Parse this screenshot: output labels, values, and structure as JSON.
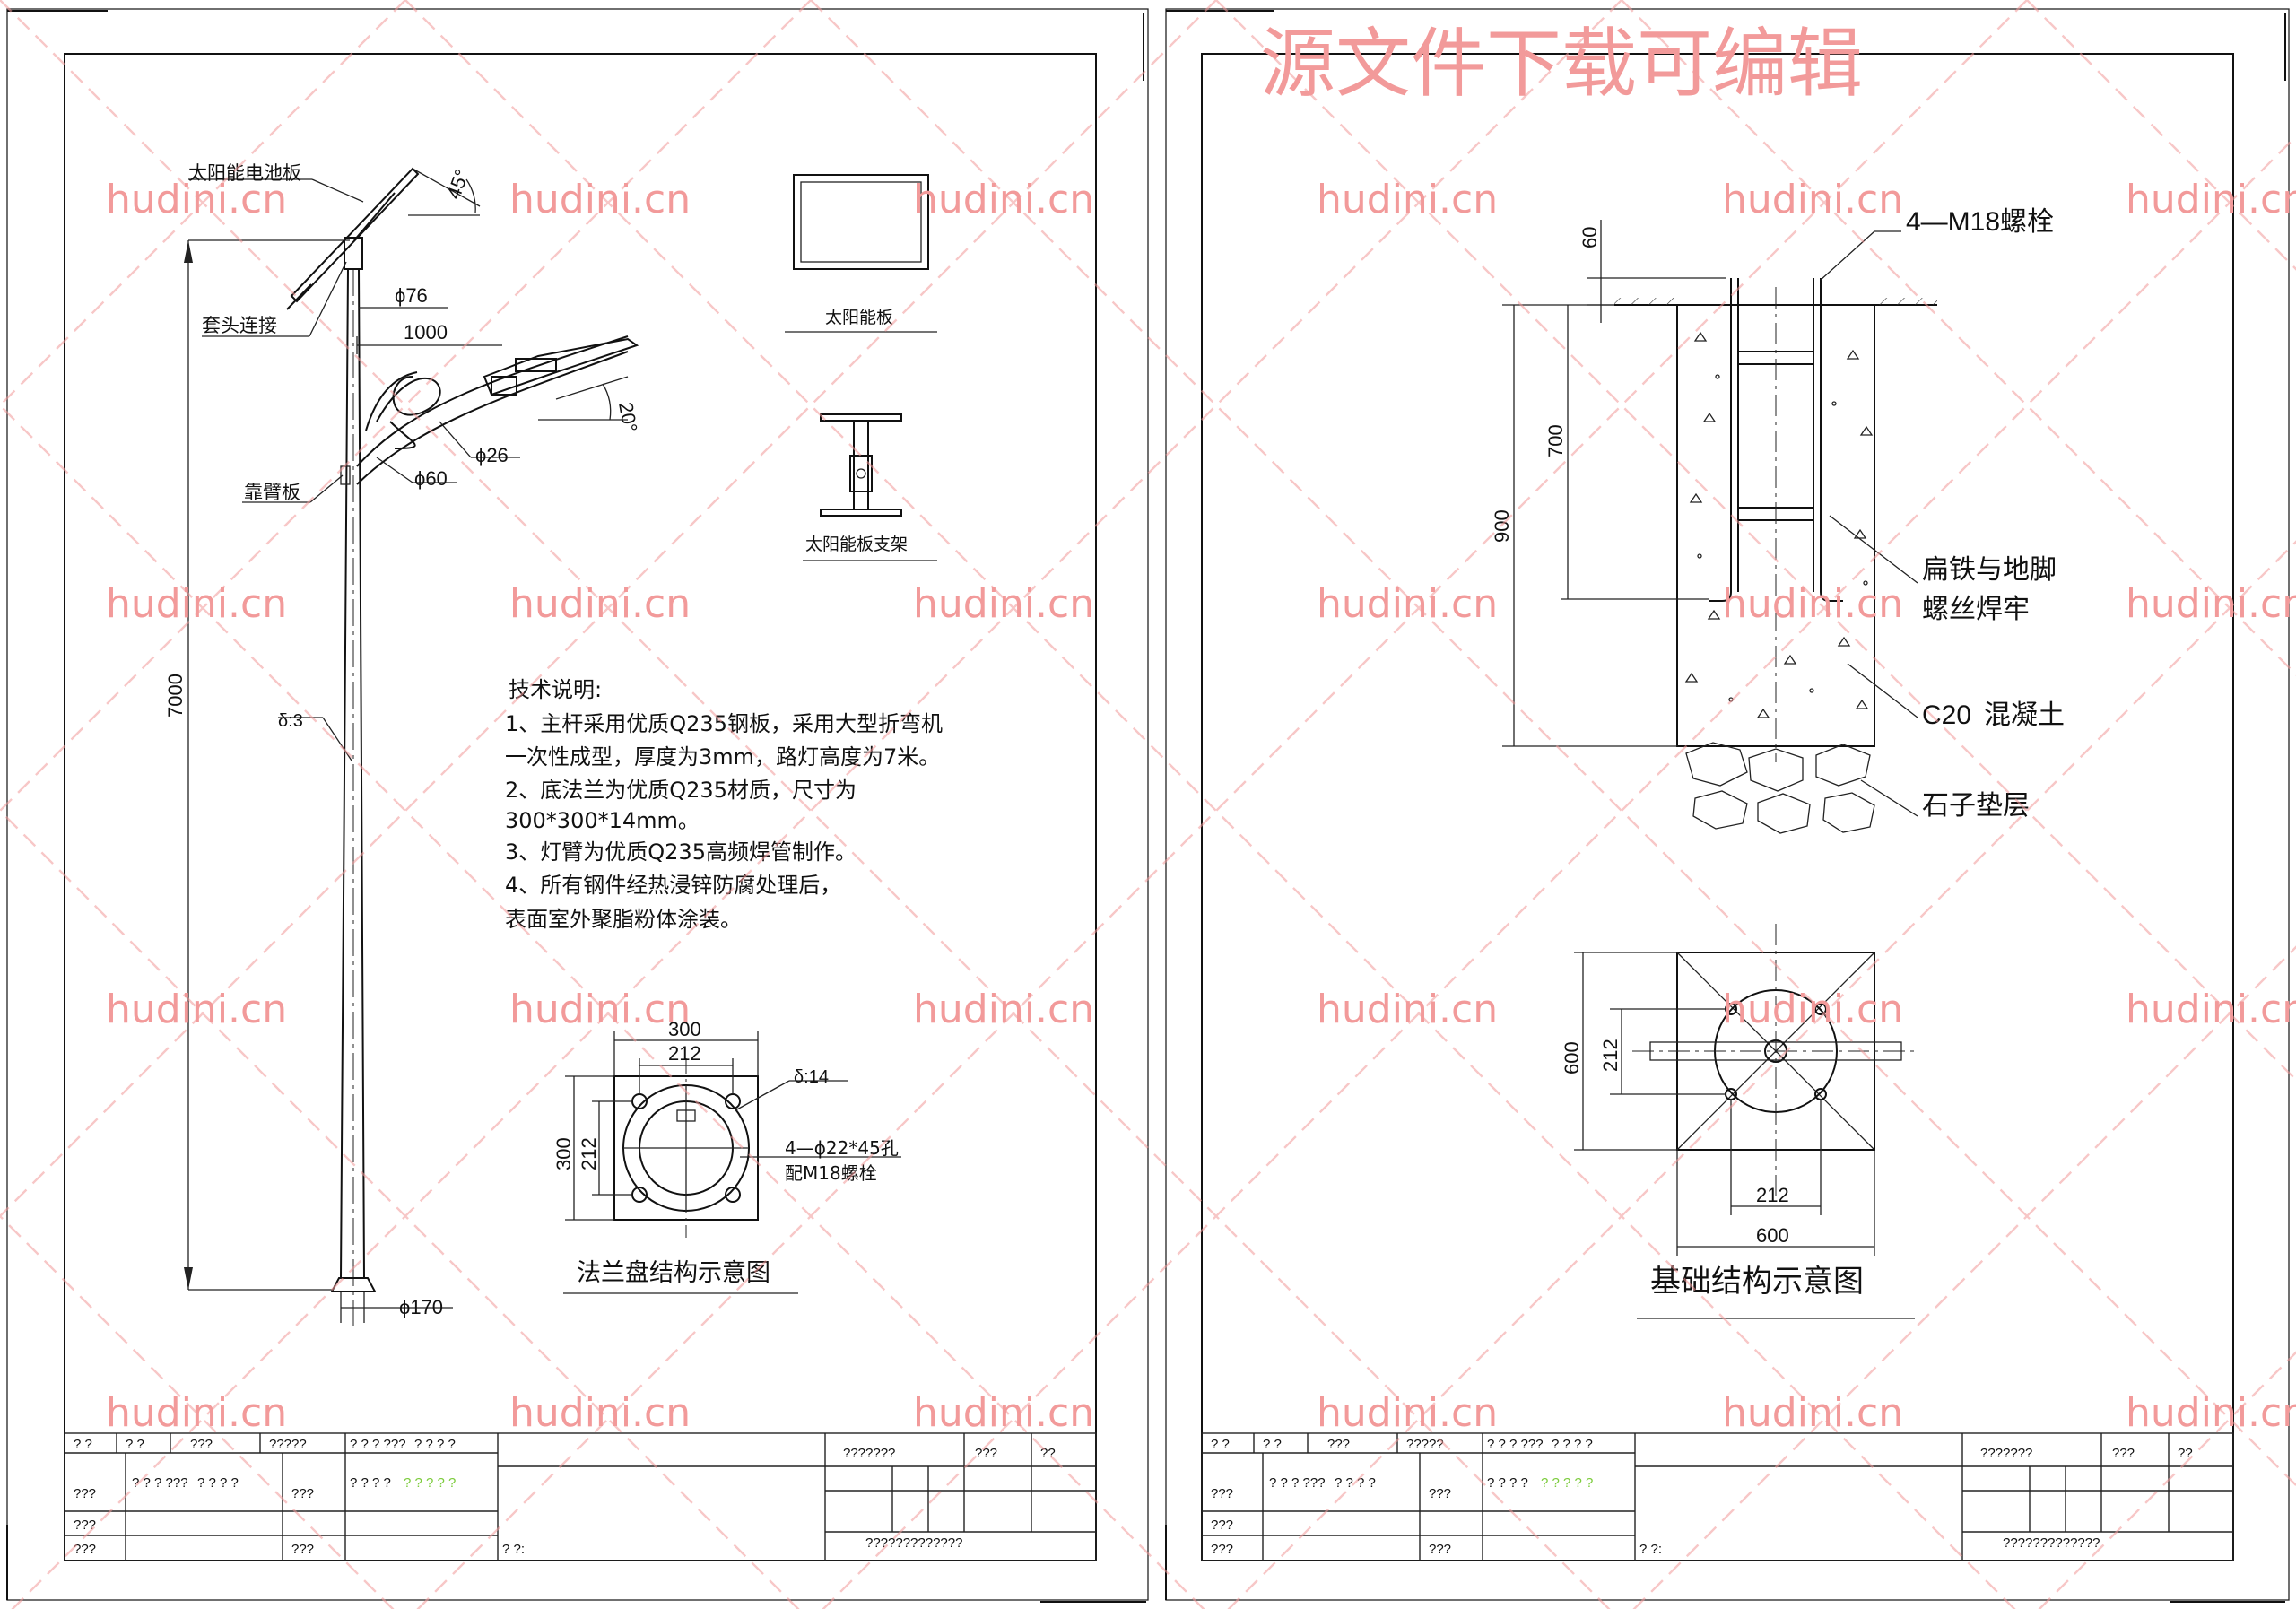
{
  "watermark": {
    "site": "hudini.cn",
    "headline": "源文件下载可编辑",
    "color": "#f29a9a"
  },
  "left_sheet": {
    "labels": {
      "solar_panel": "太阳能电池板",
      "sleeve": "套头连接",
      "arm_plate": "靠臂板",
      "solar_board_caption": "太阳能板",
      "solar_bracket_caption": "太阳能板支架",
      "flange_title": "法兰盘结构示意图",
      "flange_holes": "4—ϕ22*45孔",
      "flange_bolts": "配M18螺栓"
    },
    "dims": {
      "angle_45": "45°",
      "d76": "ϕ76",
      "arm_1000": "1000",
      "angle_20": "20°",
      "d26": "ϕ26",
      "d60": "ϕ60",
      "height_7000": "7000",
      "thick_3": "δ:3",
      "d170": "ϕ170",
      "flange_300_top": "300",
      "flange_212_top": "212",
      "flange_thick": "δ:14",
      "flange_300_side": "300",
      "flange_212_side": "212"
    },
    "notes": {
      "title": "技术说明:",
      "lines": [
        "1、主杆采用优质Q235钢板，采用大型折弯机",
        "一次性成型，厚度为3mm，路灯高度为7米。",
        "2、底法兰为优质Q235材质，尺寸为",
        "300*300*14mm。",
        "3、灯臂为优质Q235高频焊管制作。",
        "4、所有钢件经热浸锌防腐处理后，",
        "表面室外聚脂粉体涂装。"
      ]
    }
  },
  "right_sheet": {
    "labels": {
      "bolts": "4—M18螺栓",
      "flat_iron_1": "扁铁与地脚",
      "flat_iron_2": "螺丝焊牢",
      "concrete_grade": "C20",
      "concrete": "混凝土",
      "gravel": "石子垫层",
      "foundation_title": "基础结构示意图"
    },
    "dims": {
      "d60": "60",
      "d700": "700",
      "d900": "900",
      "plan_600_side": "600",
      "plan_212_side": "212",
      "plan_212_bottom": "212",
      "plan_600_bottom": "600"
    }
  },
  "title_block": {
    "r1": [
      "? ?",
      "? ?",
      "???",
      "?????",
      "? ? ? ???",
      "? ? ? ?"
    ],
    "r2": [
      "???",
      "? ? ? ???",
      "? ? ? ?",
      "???",
      "? ? ? ?"
    ],
    "r2_green": "? ? ? ? ?",
    "r3": [
      "???"
    ],
    "r4": [
      "???",
      "???",
      "? ?:"
    ],
    "right_top": [
      "???????",
      "???",
      "??"
    ],
    "right_bottom": "?????????????",
    "green_color": "#7ccc3c"
  }
}
